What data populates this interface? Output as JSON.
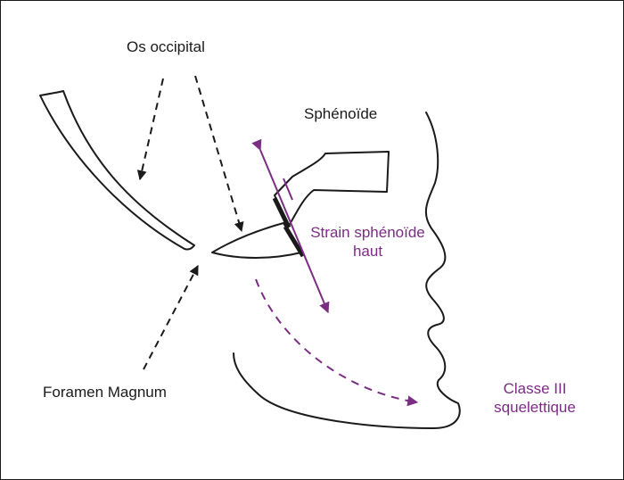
{
  "labels": {
    "occipital": "Os occipital",
    "sphenoid": "Sphénoïde",
    "strain_line1": "Strain sphénoïde",
    "strain_line2": "haut",
    "foramen": "Foramen Magnum",
    "classe_line1": "Classe III",
    "classe_line2": "squelettique"
  },
  "colors": {
    "outline": "#1a1a1a",
    "accent": "#7b2d84",
    "background": "#ffffff"
  }
}
